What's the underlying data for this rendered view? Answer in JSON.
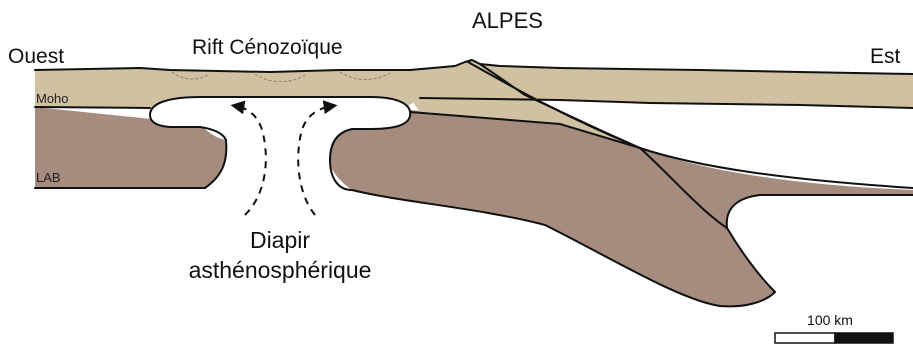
{
  "labels": {
    "west": "Ouest",
    "east": "Est",
    "alps": "ALPES",
    "rift": "Rift Cénozoïque",
    "moho": "Moho",
    "lab": "LAB",
    "diapir_line1": "Diapir",
    "diapir_line2": "asthénosphérique"
  },
  "scale_bar": {
    "label": "100 km"
  },
  "colors": {
    "crust": "#cfc1a1",
    "lithospheric_mantle": "#a58c7f",
    "asthenosphere": "#ffffff",
    "outline": "#111111",
    "arrows": "#111111"
  }
}
